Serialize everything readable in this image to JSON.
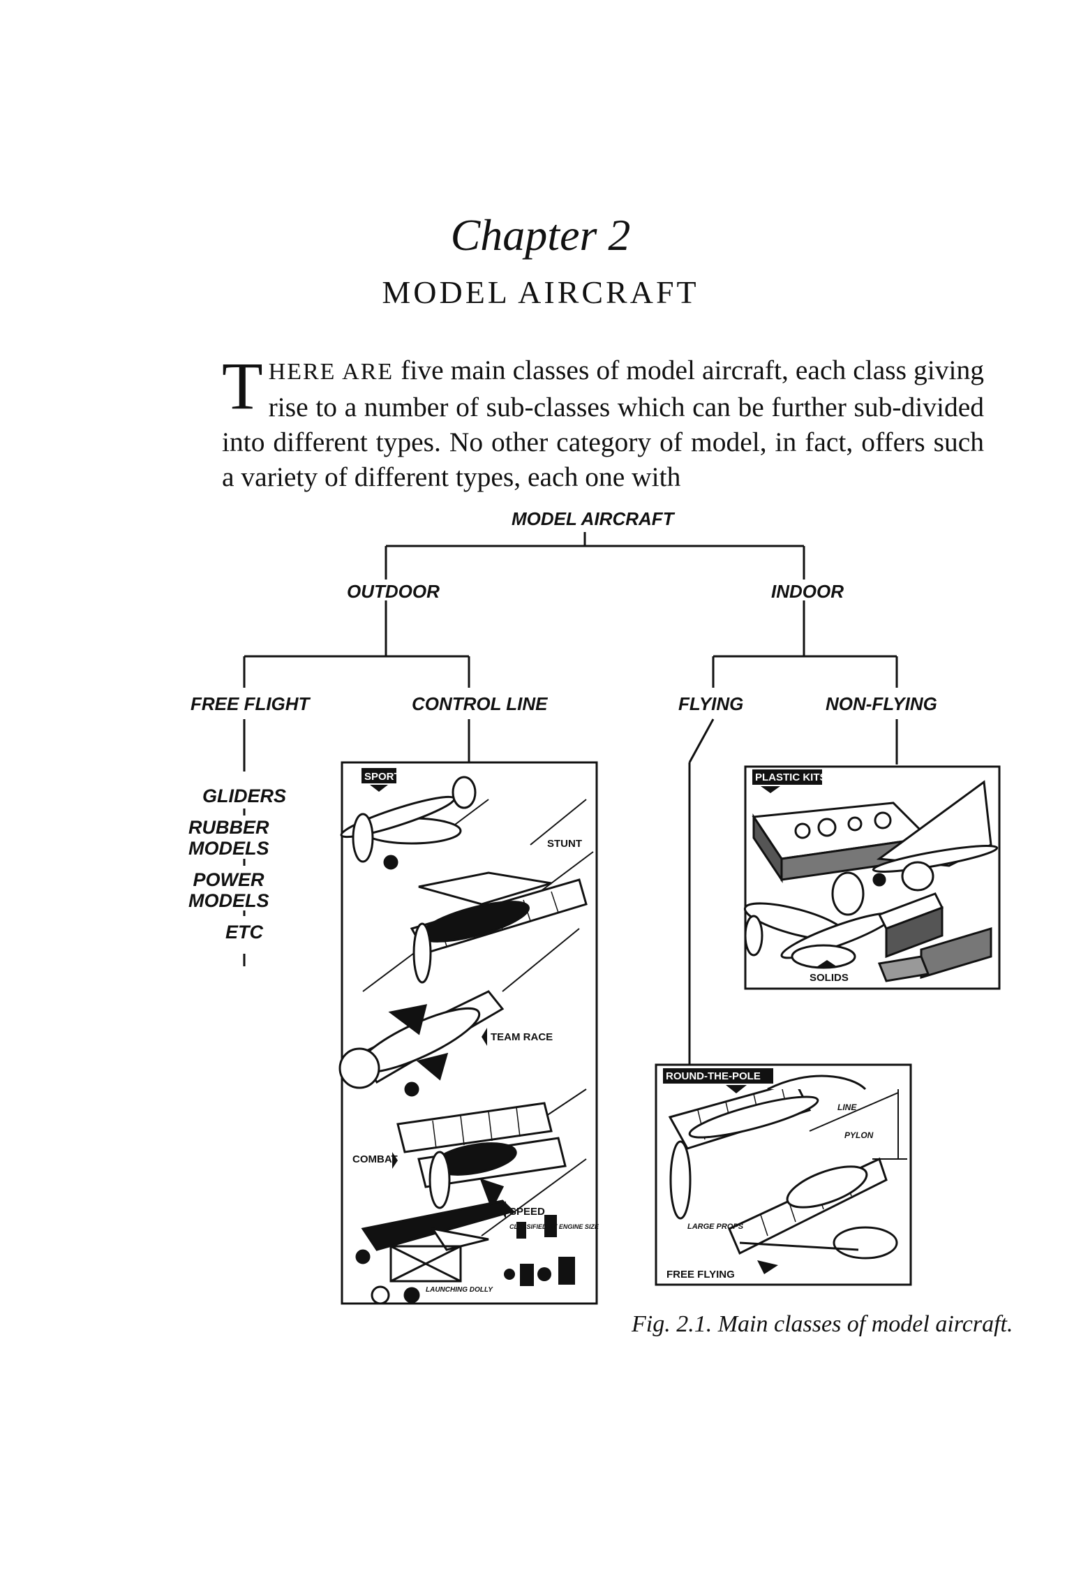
{
  "chapter": {
    "number": "Chapter 2",
    "title": "MODEL AIRCRAFT"
  },
  "intro": {
    "drop_cap": "T",
    "small_caps": "HERE ARE",
    "text": " five main classes of model aircraft, each class giving rise to a number of sub-classes which can be further sub-divided into different types. No other category of model, in fact, offers such a variety of different types, each one with"
  },
  "diagram": {
    "root": "MODEL AIRCRAFT",
    "outdoor": "OUTDOOR",
    "indoor": "INDOOR",
    "free_flight": "FREE FLIGHT",
    "control_line": "CONTROL LINE",
    "flying": "FLYING",
    "non_flying": "NON-FLYING",
    "free_flight_types": [
      "GLIDERS",
      "RUBBER MODELS",
      "POWER MODELS",
      "ETC"
    ],
    "control_line_panel": {
      "sports": "SPORTS",
      "stunt": "STUNT",
      "team_race": "TEAM RACE",
      "combat": "COMBAT",
      "speed": "SPEED",
      "speed_note": "CLASSIFIED BY ENGINE SIZE",
      "dolly": "LAUNCHING DOLLY"
    },
    "non_flying_panel": {
      "plastic_kits": "PLASTIC KITS",
      "solids": "SOLIDS"
    },
    "flying_panel": {
      "round_the_pole": "ROUND-THE-POLE",
      "line": "LINE",
      "pylon": "PYLON",
      "large_props": "LARGE PROPS",
      "free_flying": "FREE FLYING"
    }
  },
  "caption": "Fig. 2.1. Main classes of model aircraft."
}
